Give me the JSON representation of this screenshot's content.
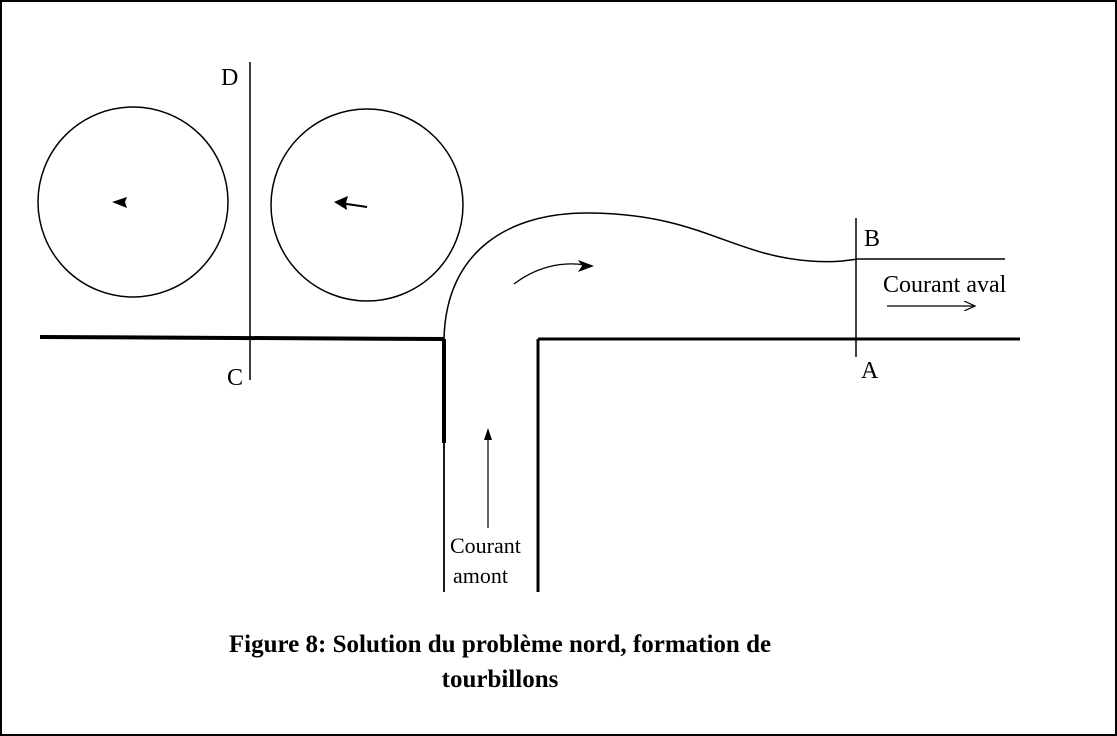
{
  "diagram": {
    "labels": {
      "point_d": "D",
      "point_c": "C",
      "point_b": "B",
      "point_a": "A",
      "downstream_current": "Courant aval",
      "upstream_current_line1": "Courant",
      "upstream_current_line2": "amont"
    },
    "caption": {
      "line1": "Figure 8: Solution du problème nord, formation de",
      "line2": "tourbillons"
    }
  }
}
